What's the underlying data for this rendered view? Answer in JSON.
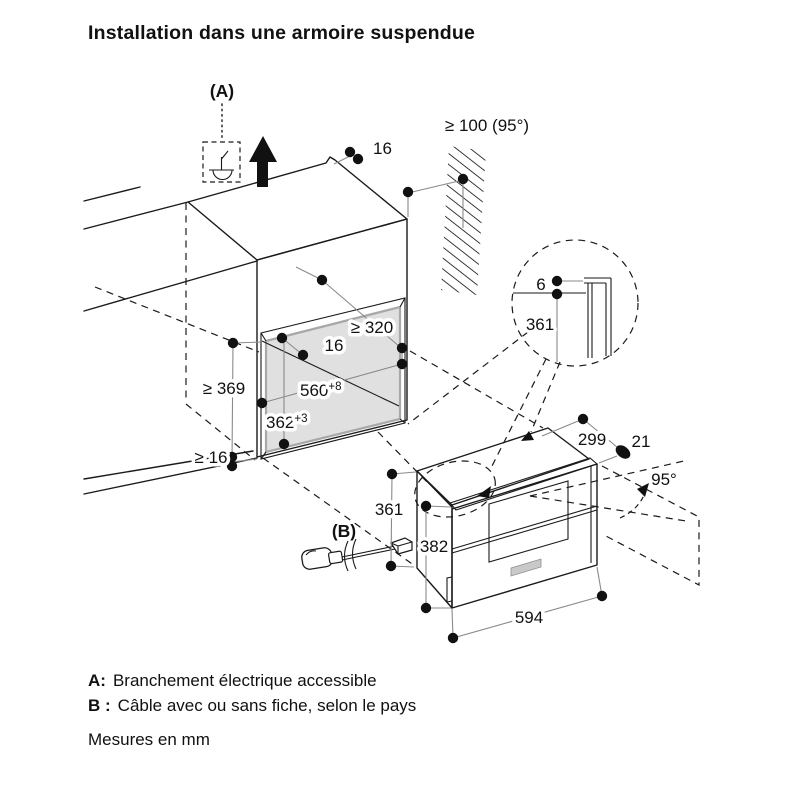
{
  "page": {
    "title": "Installation dans une armoire suspendue"
  },
  "legend": {
    "a_key": "A:",
    "a_text": "Branchement électrique accessible",
    "b_key": "B :",
    "b_text": "Câble avec ou sans fiche, selon le pays",
    "units_note": "Mesures en mm"
  },
  "markers": {
    "a": "(A)",
    "b": "(B)"
  },
  "dimensions": {
    "wall_clearance": "≥ 100 (95°)",
    "top_panel_thickness": "16",
    "niche_depth": "≥ 320",
    "niche_panel_thickness": "16",
    "niche_width": {
      "base": "560",
      "tol": "+8"
    },
    "niche_height": {
      "base": "362",
      "tol": "+3"
    },
    "clearance_below": "≥ 369",
    "bottom_panel_thickness": "≥ 16",
    "detail_rail_offset": "6",
    "detail_height": "361",
    "oven_depth": "299",
    "door_thickness": "21",
    "door_opening_angle": "95°",
    "oven_body_height": "361",
    "oven_total_height": "382",
    "oven_width": "594"
  },
  "colors": {
    "line": "#1a1a1a",
    "dim_line": "#8a8a8a",
    "niche_panel": "#e0e0e0",
    "oven_top": "#efefef",
    "oven_side": "#e6e6e6",
    "door_trim": "#d9d9d9",
    "badge": "#c9c9c9"
  }
}
